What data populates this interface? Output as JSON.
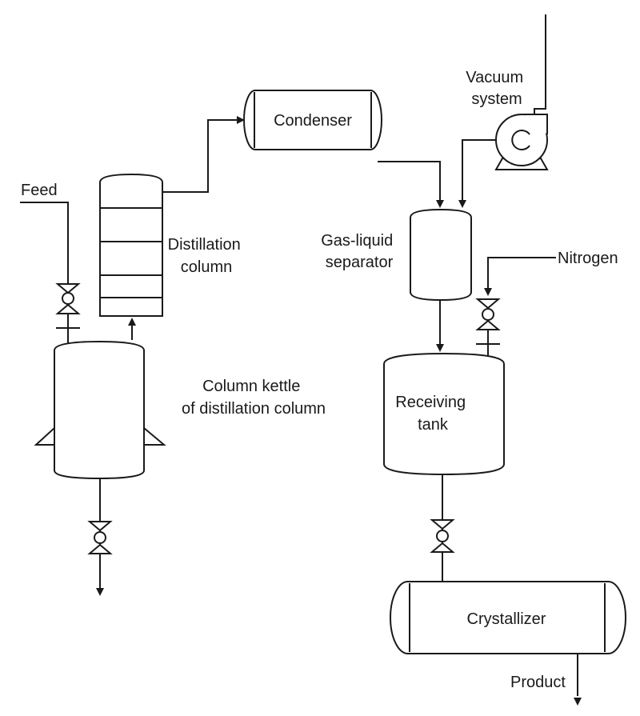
{
  "labels": {
    "feed": "Feed",
    "distillation_column": [
      "Distillation",
      "column"
    ],
    "column_kettle": [
      "Column kettle",
      "of distillation column"
    ],
    "condenser": "Condenser",
    "vacuum_system": [
      "Vacuum",
      "system"
    ],
    "gas_liquid_separator": [
      "Gas-liquid",
      "separator"
    ],
    "nitrogen": "Nitrogen",
    "receiving_tank": [
      "Receiving",
      "tank"
    ],
    "crystallizer": "Crystallizer",
    "product": "Product"
  },
  "colors": {
    "line": "#1a1a1a",
    "background": "#ffffff"
  }
}
